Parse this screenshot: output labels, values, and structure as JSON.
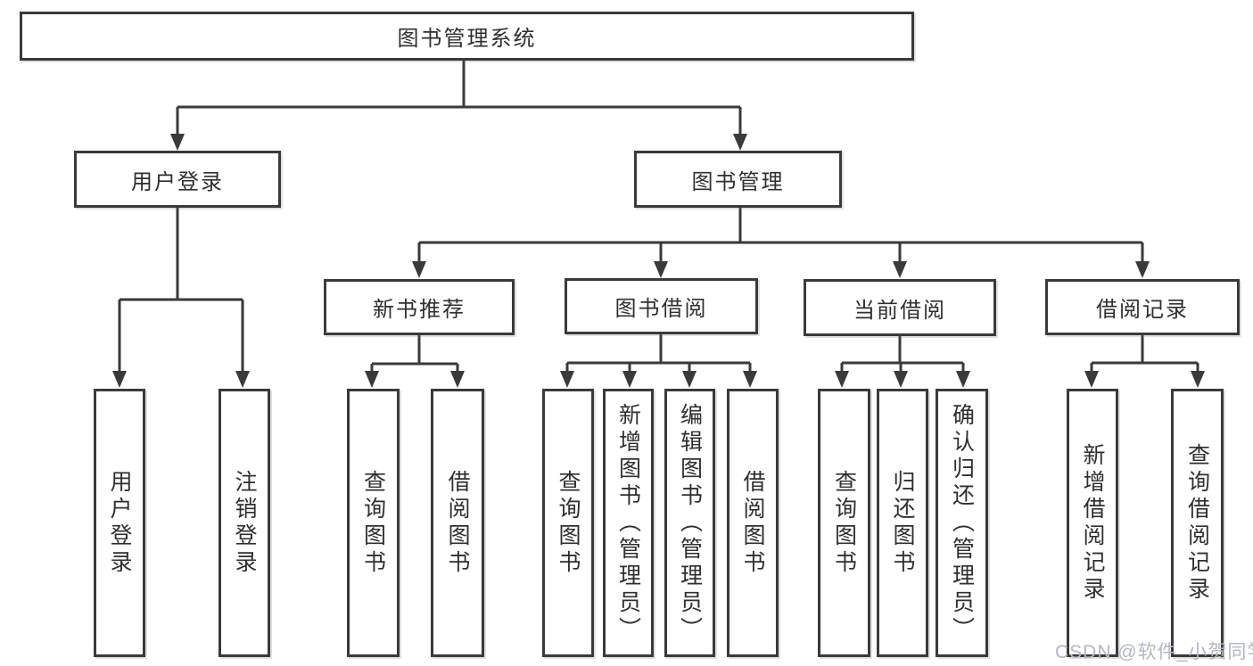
{
  "diagram_title": "图书管理系统",
  "nodes": {
    "root": "图书管理系统",
    "user_login": "用户登录",
    "book_management": "图书管理",
    "new_book_recommend": "新书推荐",
    "book_borrow": "图书借阅",
    "current_borrow": "当前借阅",
    "borrow_records": "借阅记录"
  },
  "leaves": {
    "user_login": [
      "用户登录",
      "注销登录"
    ],
    "new_book_recommend": [
      "查询图书",
      "借阅图书"
    ],
    "book_borrow": [
      "查询图书",
      "新增图书（管理员）",
      "编辑图书（管理员）",
      "借阅图书"
    ],
    "current_borrow": [
      "查询图书",
      "归还图书",
      "确认归还（管理员）"
    ],
    "borrow_records": [
      "新增借阅记录",
      "查询借阅记录"
    ]
  },
  "watermark": "CSDN @软件_小贺同学",
  "colors": {
    "line": "#3a3a3a",
    "text": "#2f2f2f",
    "watermark": "#b4b8c0",
    "background": "#ffffff"
  }
}
